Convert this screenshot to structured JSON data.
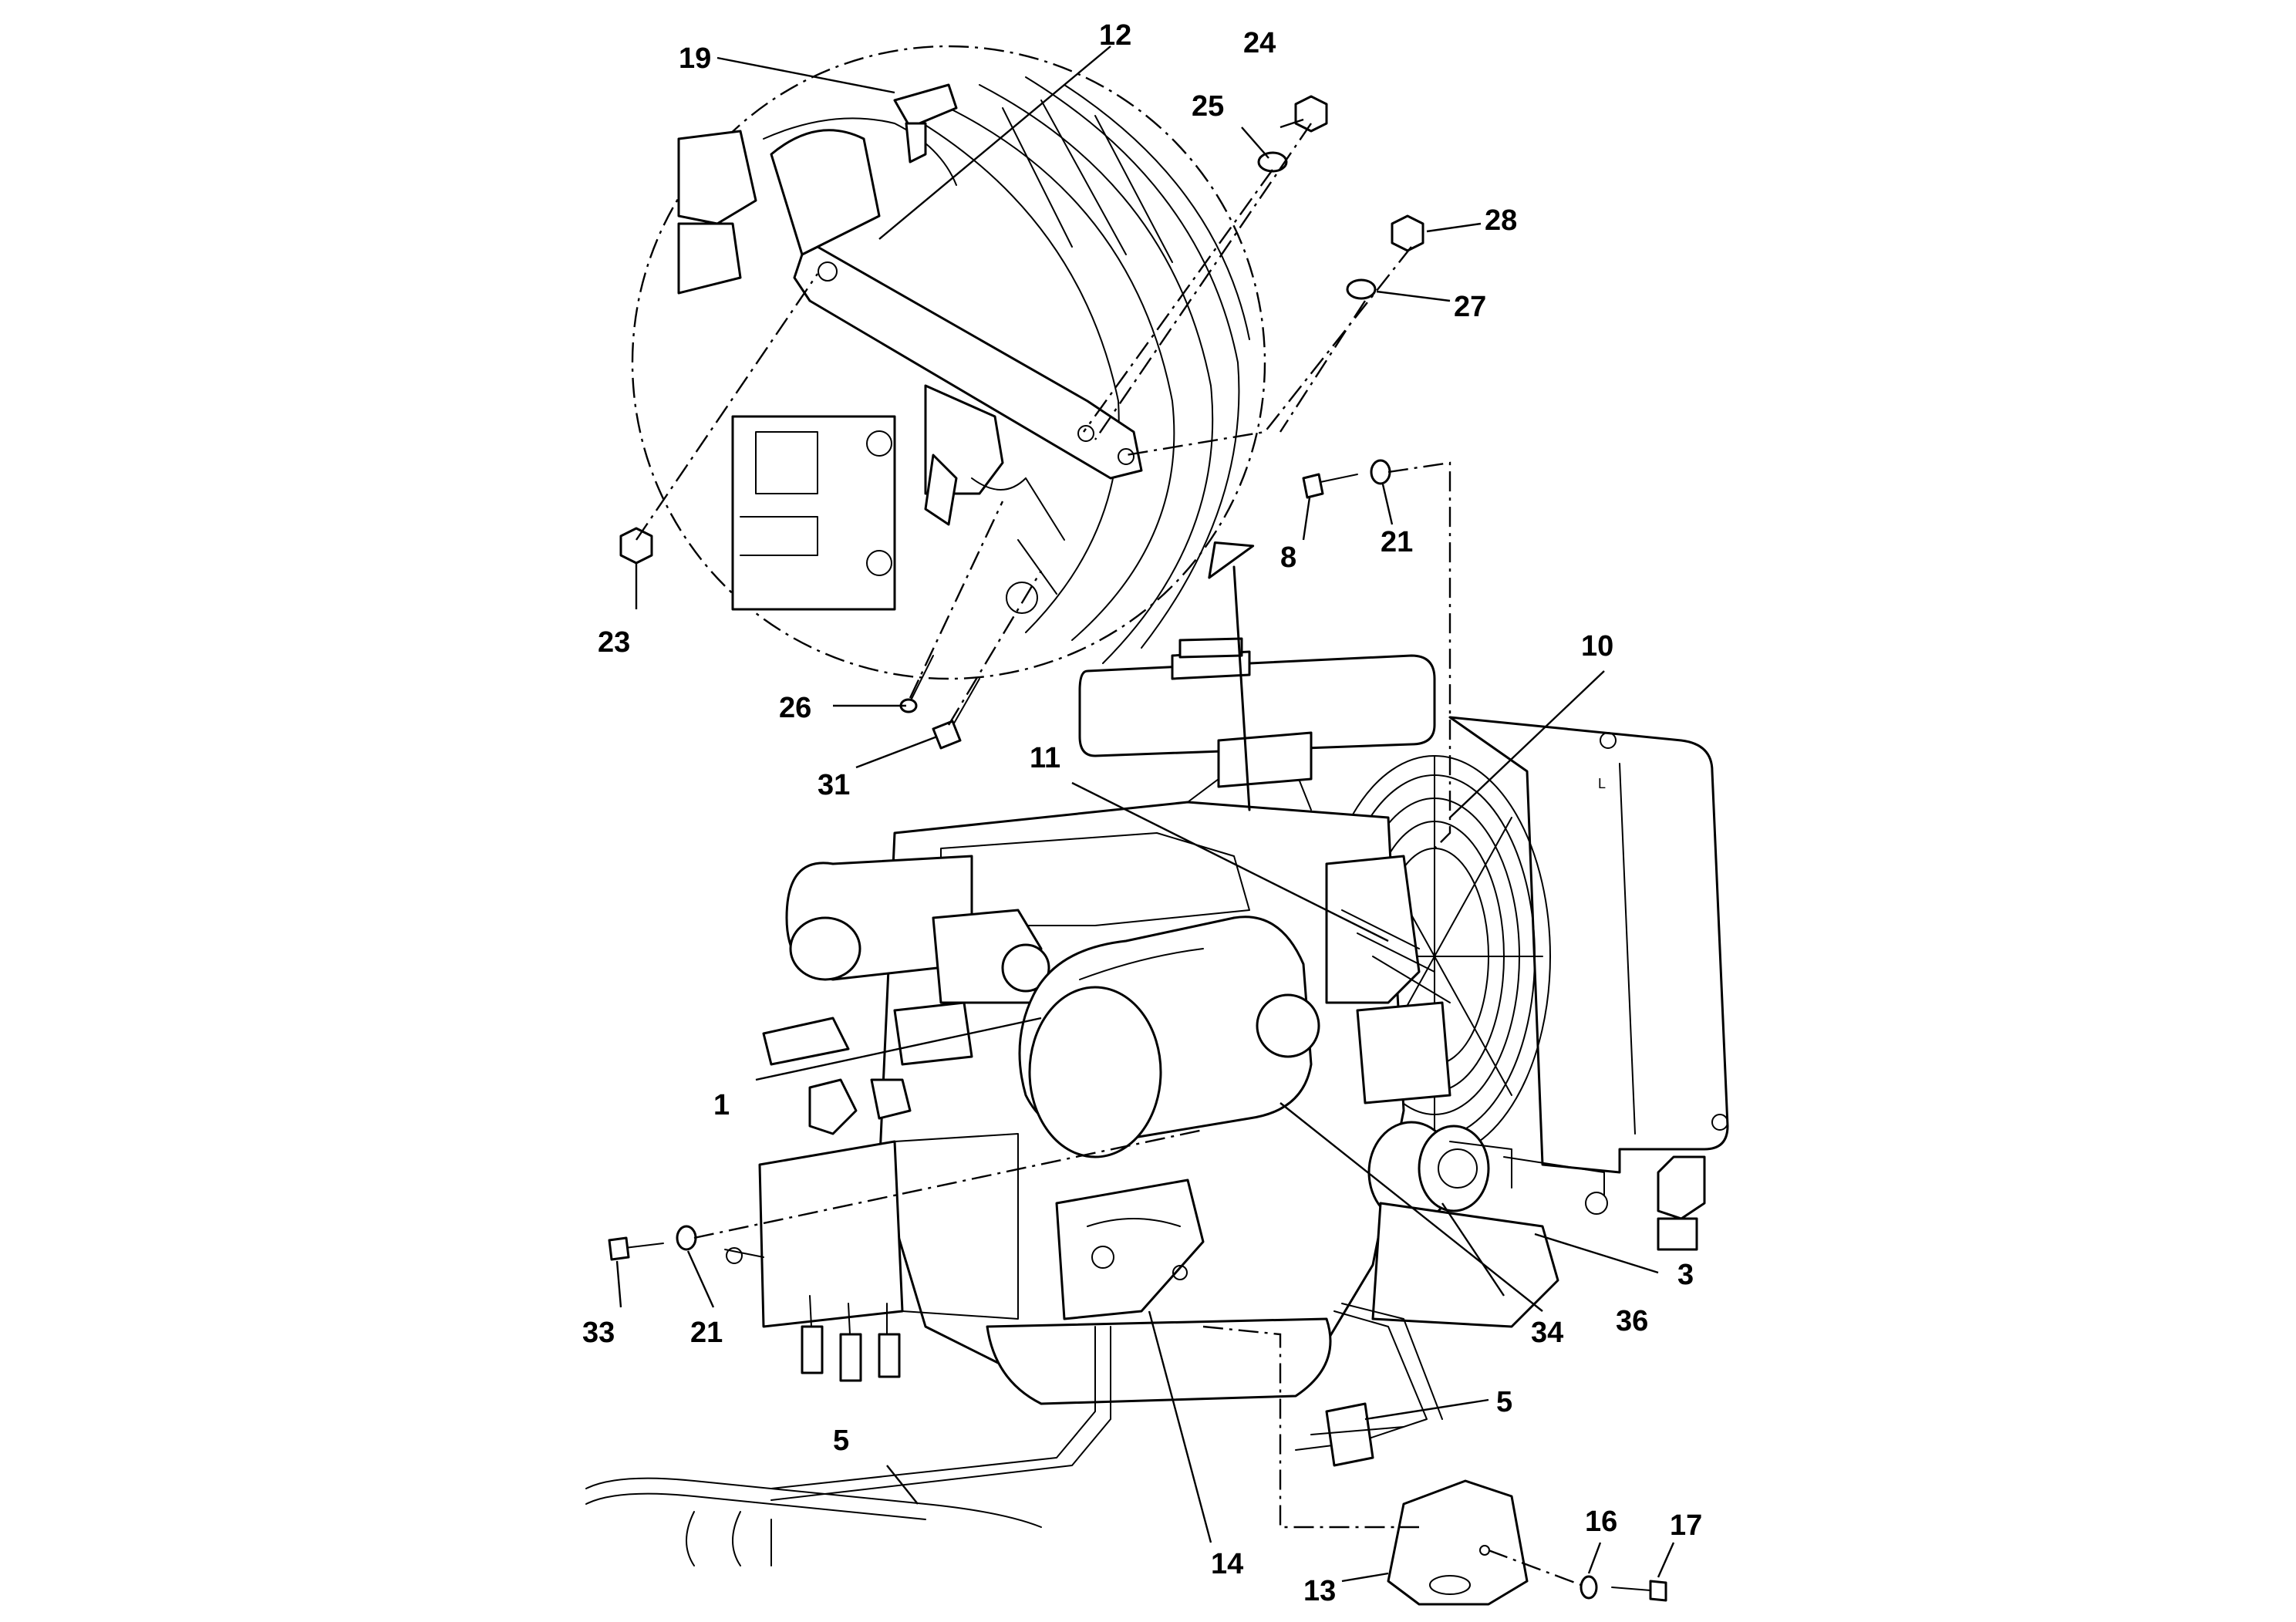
{
  "callouts": {
    "c1": "1",
    "c3": "3",
    "c5a": "5",
    "c5b": "5",
    "c8": "8",
    "c10": "10",
    "c11": "11",
    "c12": "12",
    "c13": "13",
    "c14": "14",
    "c16": "16",
    "c17": "17",
    "c19": "19",
    "c21a": "21",
    "c21b": "21",
    "c23": "23",
    "c24": "24",
    "c25": "25",
    "c26": "26",
    "c27": "27",
    "c28": "28",
    "c31": "31",
    "c33": "33",
    "c34": "34",
    "c36": "36"
  },
  "radiator_mark": "L"
}
